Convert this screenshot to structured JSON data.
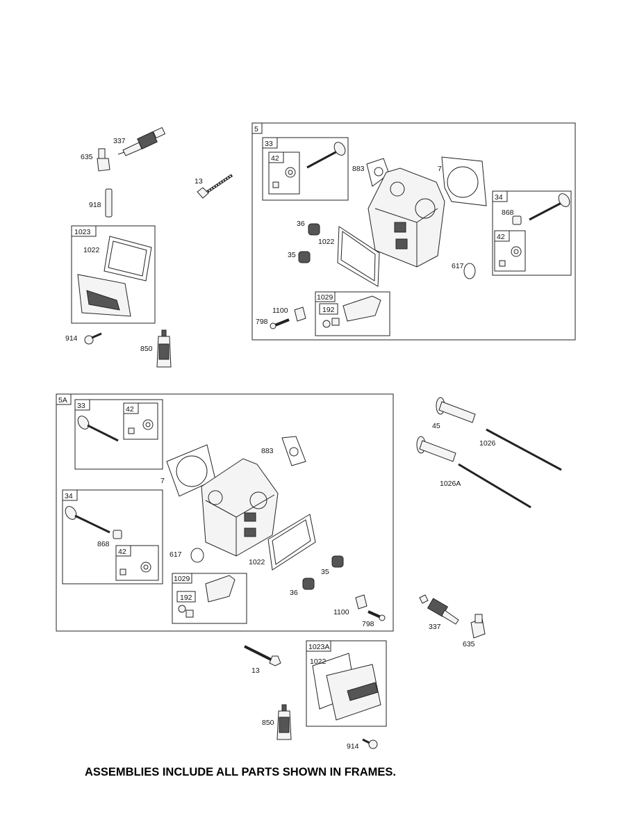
{
  "footer_note": "ASSEMBLIES INCLUDE ALL PARTS SHOWN IN FRAMES.",
  "frames": {
    "f5": "5",
    "f33a": "33",
    "f42a": "42",
    "f34a": "34",
    "f42b": "42",
    "f1029a": "1029",
    "f192a": "192",
    "f1023": "1023",
    "f5A": "5A",
    "f33b": "33",
    "f42c": "42",
    "f34b": "34",
    "f42d": "42",
    "f1029b": "1029",
    "f192b": "192",
    "f1023A": "1023A"
  },
  "labels": {
    "l337a": "337",
    "l635a": "635",
    "l13a": "13",
    "l918": "918",
    "l1022a": "1022",
    "l914a": "914",
    "l850a": "850",
    "l883a": "883",
    "l7a": "7",
    "l868a": "868",
    "l36a": "36",
    "l1022b": "1022",
    "l35a": "35",
    "l617a": "617",
    "l1100a": "1100",
    "l798a": "798",
    "l883b": "883",
    "l7b": "7",
    "l868b": "868",
    "l617b": "617",
    "l1022c": "1022",
    "l35b": "35",
    "l36b": "36",
    "l1100b": "1100",
    "l798b": "798",
    "l45": "45",
    "l1026": "1026",
    "l1026A": "1026A",
    "l337b": "337",
    "l635b": "635",
    "l13b": "13",
    "l1022d": "1022",
    "l850b": "850",
    "l914b": "914"
  }
}
